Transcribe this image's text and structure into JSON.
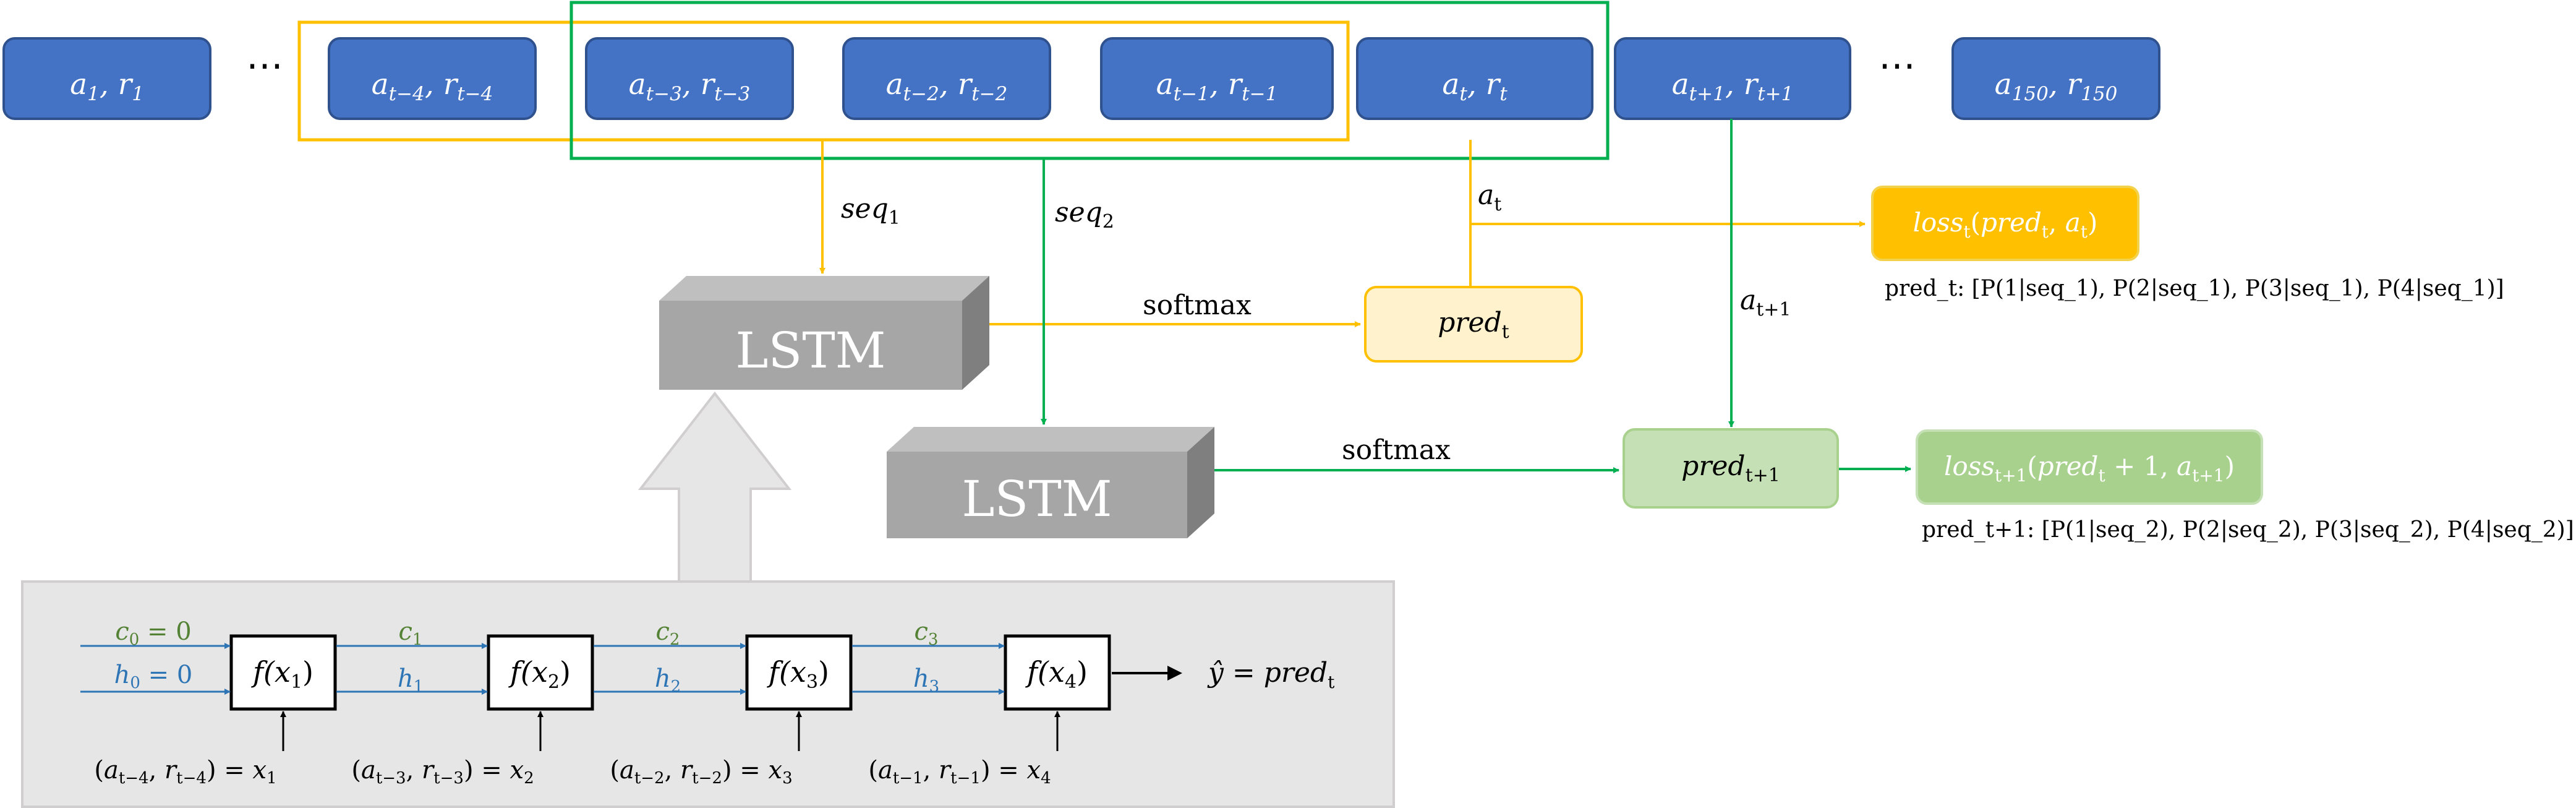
{
  "sequence": {
    "items": [
      {
        "a": "a",
        "asub": "1",
        "r": "r",
        "rsub": "1"
      },
      {
        "a": "a",
        "asub": "t−4",
        "r": "r",
        "rsub": "t−4"
      },
      {
        "a": "a",
        "asub": "t−3",
        "r": "r",
        "rsub": "t−3"
      },
      {
        "a": "a",
        "asub": "t−2",
        "r": "r",
        "rsub": "t−2"
      },
      {
        "a": "a",
        "asub": "t−1",
        "r": "r",
        "rsub": "t−1"
      },
      {
        "a": "a",
        "asub": "t",
        "r": "r",
        "rsub": "t"
      },
      {
        "a": "a",
        "asub": "t+1",
        "r": "r",
        "rsub": "t+1"
      },
      {
        "a": "a",
        "asub": "150",
        "r": "r",
        "rsub": "150"
      }
    ],
    "ellipsis": "⋯"
  },
  "labels": {
    "seq1": {
      "main": "seq",
      "sub": "1"
    },
    "seq2": {
      "main": "seq",
      "sub": "2"
    },
    "at": {
      "main": "a",
      "sub": "t"
    },
    "at1": {
      "main": "a",
      "sub": "t+1"
    },
    "softmax1": "softmax",
    "softmax2": "softmax",
    "lstm1": "LSTM",
    "lstm2": "LSTM"
  },
  "pred": {
    "pred_t": {
      "main": "pred",
      "sub": "t"
    },
    "pred_t1": {
      "main": "pred",
      "sub": "t+1"
    }
  },
  "loss": {
    "loss_t": {
      "pre": "loss",
      "pre_sub": "t",
      "arg1": "pred",
      "arg1_sub": "t",
      "arg2": "a",
      "arg2_sub": "t"
    },
    "loss_t1": {
      "pre": "loss",
      "pre_sub": "t+1",
      "arg1": "pred",
      "arg1_sub": "t",
      "mid": " + 1, ",
      "arg2": "a",
      "arg2_sub": "t+1"
    }
  },
  "formulas": {
    "pred_t": "pred_t: [P(1|seq_1), P(2|seq_1), P(3|seq_1), P(4|seq_1)]",
    "pred_t1": "pred_t+1: [P(1|seq_2), P(2|seq_2), P(3|seq_2), P(4|seq_2)]"
  },
  "unroll": {
    "cells": [
      {
        "f": "f(x",
        "sub": "1",
        "input": {
          "a": "t−4",
          "r": "t−4",
          "x": "1"
        }
      },
      {
        "f": "f(x",
        "sub": "2",
        "input": {
          "a": "t−3",
          "r": "t−3",
          "x": "2"
        }
      },
      {
        "f": "f(x",
        "sub": "3",
        "input": {
          "a": "t−2",
          "r": "t−2",
          "x": "3"
        }
      },
      {
        "f": "f(x",
        "sub": "4",
        "input": {
          "a": "t−1",
          "r": "t−1",
          "x": "4"
        }
      }
    ],
    "c_labels": [
      {
        "main": "c",
        "sub": "0",
        "tail": " = 0"
      },
      {
        "main": "c",
        "sub": "1",
        "tail": ""
      },
      {
        "main": "c",
        "sub": "2",
        "tail": ""
      },
      {
        "main": "c",
        "sub": "3",
        "tail": ""
      }
    ],
    "h_labels": [
      {
        "main": "h",
        "sub": "0",
        "tail": " = 0"
      },
      {
        "main": "h",
        "sub": "1",
        "tail": ""
      },
      {
        "main": "h",
        "sub": "2",
        "tail": ""
      },
      {
        "main": "h",
        "sub": "3",
        "tail": ""
      }
    ],
    "output": {
      "lhs": "ŷ = pred",
      "sub": "t"
    }
  },
  "colors": {
    "seq_box": "#4472C4",
    "seq_border": "#2F528F",
    "yellow": "#FFC000",
    "green": "#00B050",
    "pred_t_fill": "#FFF2CC",
    "pred_t_border": "#FFC000",
    "pred_t1_fill": "#C5E0B4",
    "pred_t1_border": "#A9D18E",
    "loss_t1_fill": "#A9D18E",
    "lstm_front": "#A6A6A6",
    "lstm_top": "#BFBFBF",
    "lstm_side": "#7F7F7F",
    "panel": "#E7E6E6",
    "c_color": "#548235",
    "h_color": "#2E75B6"
  }
}
